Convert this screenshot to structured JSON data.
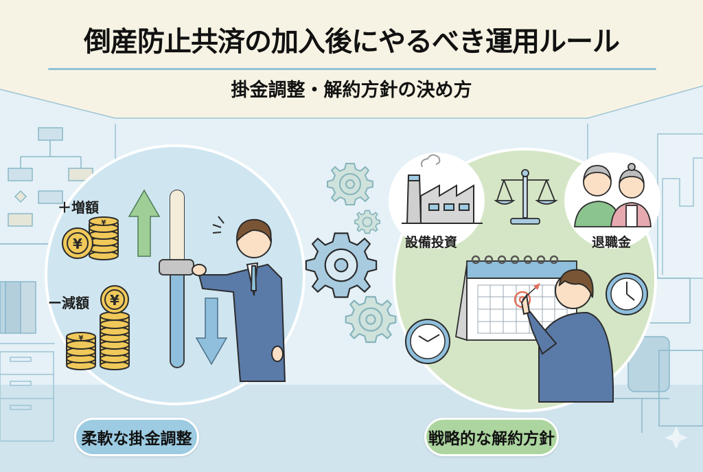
{
  "header": {
    "title": "倒産防止共済の加入後にやるべき運用ルール",
    "subtitle": "掛金調整・解約方針の決め方"
  },
  "left_panel": {
    "increase_label": "＋増額",
    "decrease_label": "ー減額",
    "coin_symbol": "¥",
    "caption": "柔軟な掛金調整",
    "icons": [
      "yen-coin-stack-icon",
      "up-arrow-icon",
      "down-arrow-icon",
      "slider-icon",
      "businessman-icon"
    ]
  },
  "center": {
    "icons": [
      "gear-icon",
      "gear-icon",
      "gear-icon",
      "gear-icon"
    ]
  },
  "right_panel": {
    "equipment_label": "設備投資",
    "retirement_label": "退職金",
    "caption": "戦略的な解約方針",
    "icons": [
      "factory-icon",
      "scale-icon",
      "elderly-couple-icon",
      "calendar-icon",
      "target-icon",
      "clock-icon",
      "businessman-icon"
    ]
  },
  "colors": {
    "header_bg": "#f7f3e4",
    "rule": "#8fc3d6",
    "left_circle": "#cfe6f1",
    "right_circle": "#d5e6c6",
    "pill_left": "#9ccbe2",
    "pill_right": "#acd59f",
    "coin": "#f0c95a",
    "up_arrow": "#9fcf96",
    "down_arrow": "#8fbfdc",
    "suit": "#5a7aa8",
    "target": "#e0705c"
  }
}
